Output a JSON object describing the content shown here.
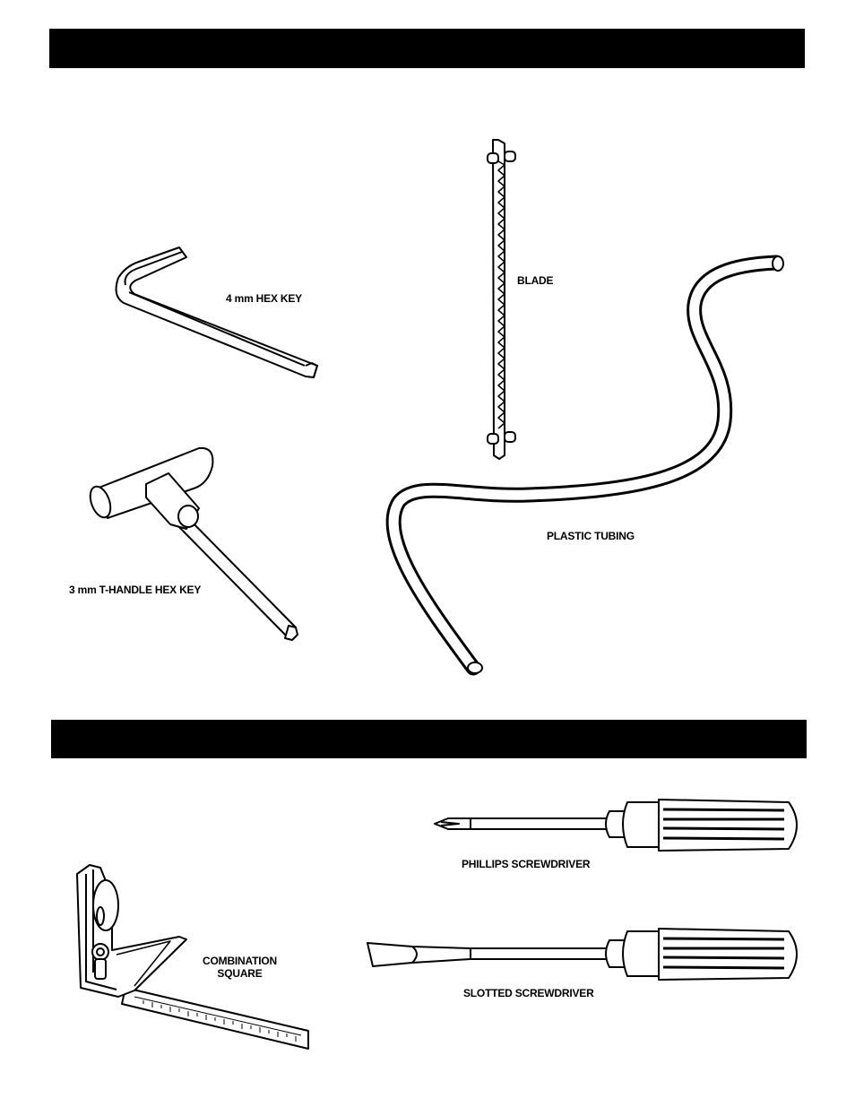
{
  "sections": {
    "loose_parts_bar": {
      "text": ""
    },
    "tools_needed_bar": {
      "text": ""
    }
  },
  "labels": {
    "hex_key_4mm": "4 mm  HEX KEY",
    "blade": "BLADE",
    "t_handle_hex_key": "3 mm T-HANDLE HEX KEY",
    "plastic_tubing": "PLASTIC TUBING",
    "phillips_screwdriver": "PHILLIPS SCREWDRIVER",
    "combination_square_line1": "COMBINATION",
    "combination_square_line2": "SQUARE",
    "slotted_screwdriver": "SLOTTED SCREWDRIVER"
  },
  "icons": [
    "hex-key-icon",
    "saw-blade-icon",
    "t-handle-hex-key-icon",
    "plastic-tubing-icon",
    "phillips-screwdriver-icon",
    "slotted-screwdriver-icon",
    "combination-square-icon"
  ]
}
